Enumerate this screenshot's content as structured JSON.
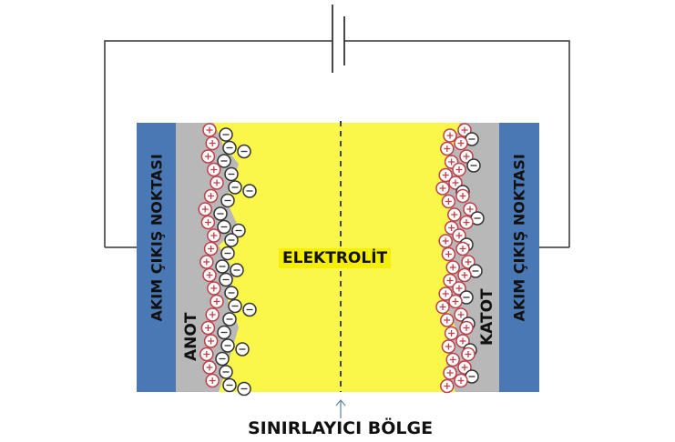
{
  "labels": {
    "left_collector": "AKIM ÇIKIŞ NOKTASI",
    "right_collector": "AKIM ÇIKIŞ NOKTASI",
    "anode": "ANOT",
    "cathode": "KATOT",
    "electrolyte": "ELEKTROLİT",
    "separator": "SINIRLAYICI BÖLGE"
  },
  "colors": {
    "collector": "#4a78b5",
    "electrode": "#b8b8b8",
    "electrolyte": "#fbf74a",
    "cation": "#c0404a",
    "anion": "#333333"
  }
}
